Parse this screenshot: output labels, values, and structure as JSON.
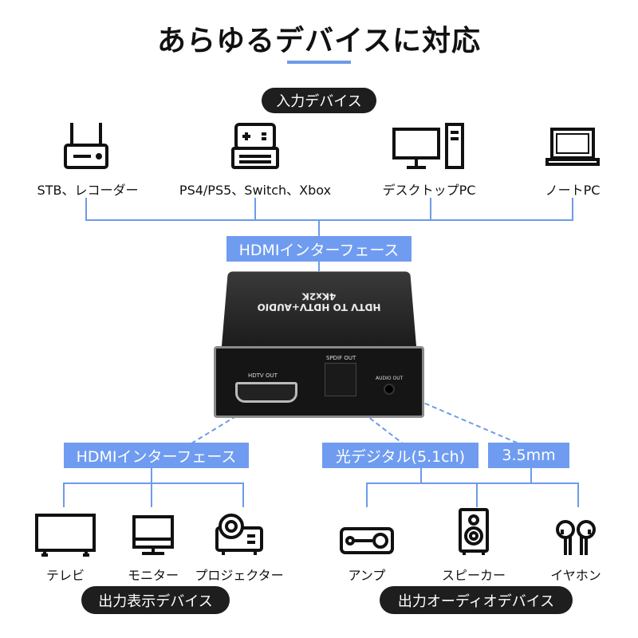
{
  "title": "あらゆるデバイスに対応",
  "input": {
    "pill": "入力デバイス",
    "devices": [
      {
        "label": "STB、レコーダー",
        "icon": "router-icon"
      },
      {
        "label": "PS4/PS5、Switch、Xbox",
        "icon": "game-console-icon"
      },
      {
        "label": "デスクトップPC",
        "icon": "desktop-pc-icon"
      },
      {
        "label": "ノートPC",
        "icon": "laptop-icon"
      }
    ],
    "interface": "HDMIインターフェース"
  },
  "product": {
    "top_line1": "HDTV TO HDTV+AUDIO",
    "top_line2": "4Kx2K",
    "port_hdmi": "HDTV OUT",
    "port_spdif": "SPDIF OUT",
    "port_audio": "AUDIO OUT"
  },
  "output": {
    "hdmi_interface": "HDMIインターフェース",
    "optical": "光デジタル(5.1ch)",
    "analog": "3.5mm",
    "display_devices": [
      {
        "label": "テレビ",
        "icon": "tv-icon"
      },
      {
        "label": "モニター",
        "icon": "monitor-icon"
      },
      {
        "label": "プロジェクター",
        "icon": "projector-icon"
      }
    ],
    "audio_devices": [
      {
        "label": "アンプ",
        "icon": "amplifier-icon"
      },
      {
        "label": "スピーカー",
        "icon": "speaker-icon"
      },
      {
        "label": "イヤホン",
        "icon": "earphones-icon"
      }
    ],
    "display_pill": "出力表示デバイス",
    "audio_pill": "出力オーディオデバイス"
  },
  "colors": {
    "accent": "#6f9cf0",
    "line": "#6d9be8",
    "pill": "#1e1e1e"
  }
}
